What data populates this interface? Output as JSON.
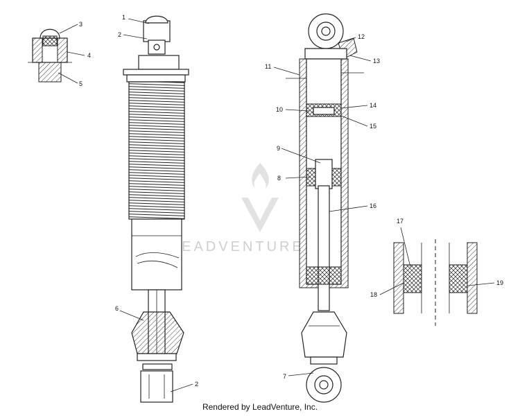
{
  "watermark": {
    "text": "LEADVENTURE"
  },
  "footer": {
    "text": "Rendered by LeadVenture, Inc."
  },
  "callouts": {
    "c1": "1",
    "c2a": "2",
    "c2b": "2",
    "c3": "3",
    "c4": "4",
    "c5": "5",
    "c6": "6",
    "c7": "7",
    "c8": "8",
    "c9": "9",
    "c10": "10",
    "c11": "11",
    "c12": "12",
    "c13": "13",
    "c14": "14",
    "c15": "15",
    "c16": "16",
    "c17": "17",
    "c18": "18",
    "c19": "19"
  }
}
